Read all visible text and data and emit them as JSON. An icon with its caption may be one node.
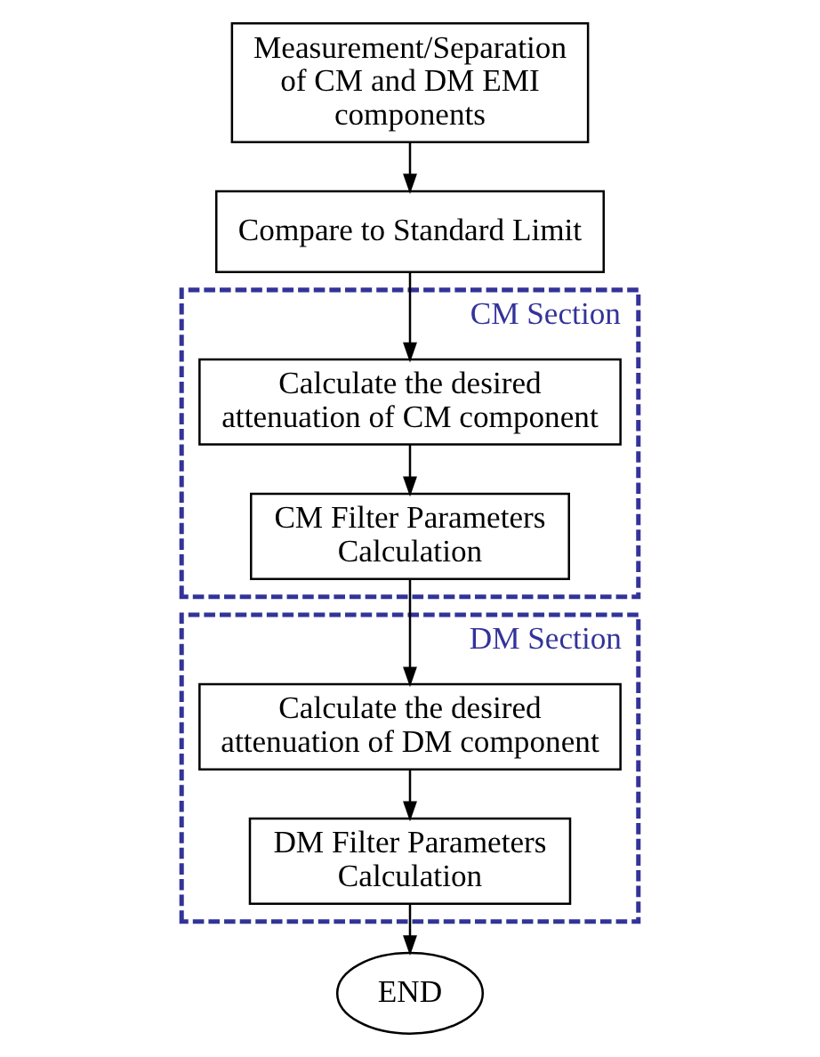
{
  "diagram": {
    "nodes": [
      {
        "text": [
          "Measurement/Separation of CM and DM EMI components"
        ]
      },
      {
        "text": [
          "Compare to Standard Limit"
        ]
      },
      {
        "text": [
          "CM Section"
        ]
      },
      {
        "text": [
          "Calculate the desired attenuation of CM component"
        ],
        "in": 2
      },
      {
        "text": [
          "CM Filter Parameters Calculation"
        ],
        "in": 2
      },
      {
        "text": [
          "DM Section"
        ]
      },
      {
        "text": [
          "Calculate the desired attenuation of DM component"
        ],
        "in": 5
      },
      {
        "text": [
          "DM Filter Parameters Calculation"
        ],
        "in": 5
      },
      {
        "text": [
          "END"
        ]
      }
    ],
    "edges": [
      {
        "from": 0,
        "to": 1,
        "arrow": "to"
      },
      {
        "from": 1,
        "to": 3,
        "arrow": "to"
      },
      {
        "from": 3,
        "to": 4,
        "arrow": "to"
      },
      {
        "from": 4,
        "to": 6,
        "arrow": "to"
      },
      {
        "from": 6,
        "to": 7,
        "arrow": "to"
      },
      {
        "from": 7,
        "to": 8,
        "arrow": "to"
      }
    ]
  }
}
